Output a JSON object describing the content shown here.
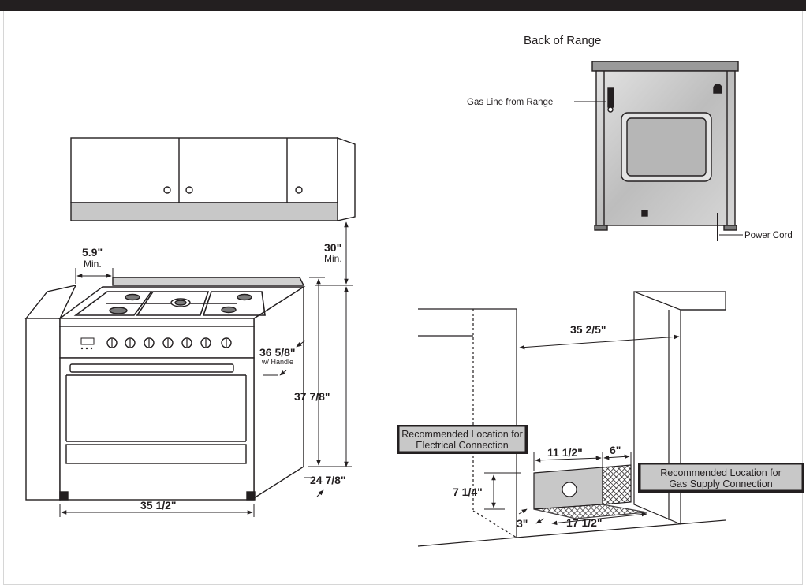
{
  "range_front": {
    "side_clearance": "5.9\"",
    "side_clearance_note": "Min.",
    "cabinet_clearance": "30\"",
    "cabinet_clearance_note": "Min.",
    "height_with_handle": "36 5/8\"",
    "height_with_handle_note": "w/ Handle",
    "total_height": "37 7/8\"",
    "depth": "24 7/8\"",
    "width": "35 1/2\""
  },
  "back_of_range": {
    "title": "Back of Range",
    "gas_line_label": "Gas Line from Range",
    "power_cord_label": "Power Cord"
  },
  "installation": {
    "cutout_width": "35 2/5\"",
    "electrical_label_line1": "Recommended Location for",
    "electrical_label_line2": "Electrical Connection",
    "gas_label_line1": "Recommended Location for",
    "gas_label_line2": "Gas Supply Connection",
    "electrical_zone_width": "11 1/2\"",
    "gas_zone_width": "6\"",
    "zone_height": "7 1/4\"",
    "zone_offset": "3\"",
    "zone_total_width": "17 1/2\""
  },
  "colors": {
    "line": "#231f20",
    "panel_gray": "#c8c8c8",
    "steel_gray": "#bfbfbf",
    "dark_gray": "#7a7a7a"
  }
}
